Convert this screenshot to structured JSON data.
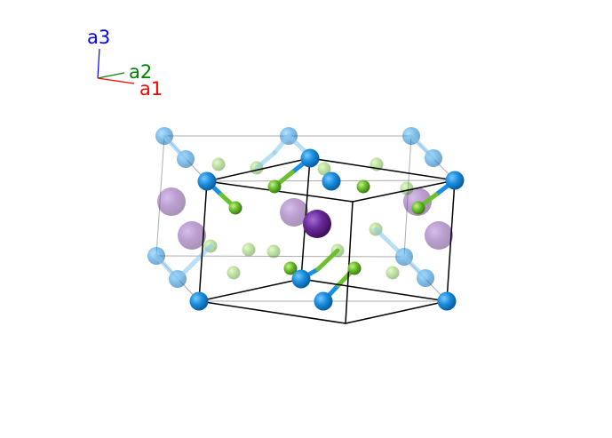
{
  "axes": {
    "a1": {
      "label": "a1",
      "color": "#ff0000"
    },
    "a2": {
      "label": "a2",
      "color": "#008000"
    },
    "a3": {
      "label": "a3",
      "color": "#0000ff"
    }
  },
  "colors": {
    "blue_atom": "#1a8fe0",
    "green_atom": "#6cc02e",
    "purple_atom": "#6a2a9a",
    "cell_line": "#000000"
  }
}
